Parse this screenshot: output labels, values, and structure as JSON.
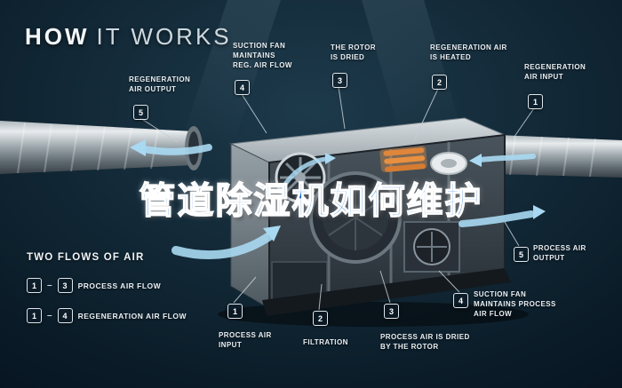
{
  "title": {
    "bold": "HOW",
    "light": "IT WORKS"
  },
  "overlay": {
    "text": "管道除湿机如何维护"
  },
  "callouts_top": [
    {
      "num": "5",
      "label": "REGENERATION\nAIR OUTPUT"
    },
    {
      "num": "4",
      "label": "SUCTION FAN\nMAINTAINS\nREG. AIR FLOW"
    },
    {
      "num": "3",
      "label": "THE ROTOR\nIS DRIED"
    },
    {
      "num": "2",
      "label": "REGENERATION AIR\nIS HEATED"
    },
    {
      "num": "1",
      "label": "REGENERATION\nAIR INPUT"
    }
  ],
  "callouts_bottom": [
    {
      "num": "1",
      "label": "PROCESS AIR\nINPUT"
    },
    {
      "num": "2",
      "label": "FILTRATION"
    },
    {
      "num": "3",
      "label": "PROCESS AIR IS DRIED\nBY THE ROTOR"
    },
    {
      "num": "4",
      "label": "SUCTION FAN\nMAINTAINS PROCESS\nAIR FLOW"
    },
    {
      "num": "5",
      "label": "PROCESS AIR\nOUTPUT"
    }
  ],
  "legend": {
    "heading": "TWO FLOWS OF AIR",
    "separator": "–",
    "rows": [
      {
        "from": "1",
        "to": "3",
        "label": "PROCESS AIR FLOW"
      },
      {
        "from": "1",
        "to": "4",
        "label": "REGENERATION AIR FLOW"
      }
    ]
  },
  "colors": {
    "background": "#0d2330",
    "airflow_blue": "#a9d9f2",
    "overlay_text_blue": "#1a6bcc",
    "heater_orange": "#e0863a",
    "badge_border": "#dfe7ec"
  }
}
